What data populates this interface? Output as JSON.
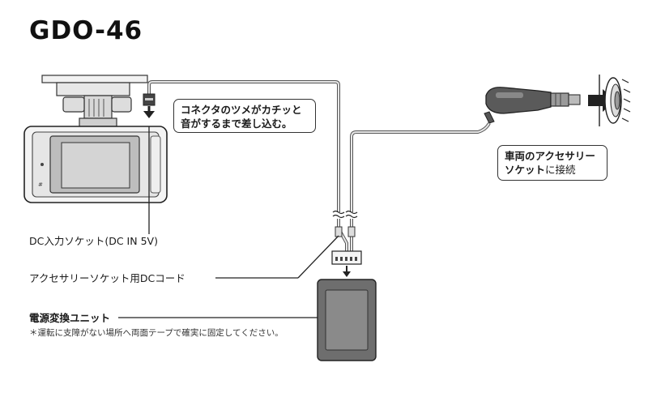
{
  "title": "GDO-46",
  "callouts": {
    "connector_line1": "コネクタのツメがカチッと",
    "connector_line2": "音がするまで差し込む。",
    "accessory_bold": "車両のアクセサリー",
    "accessory_line2_bold": "ソケット",
    "accessory_line2_rest": "に接続"
  },
  "labels": {
    "dc_input": "DC入力ソケット(DC IN 5V)",
    "dc_cord": "アクセサリーソケット用DCコード",
    "power_unit": "電源変換ユニット",
    "power_unit_note": "＊運転に支障がない場所へ両面テープで確実に固定してください。"
  }
}
